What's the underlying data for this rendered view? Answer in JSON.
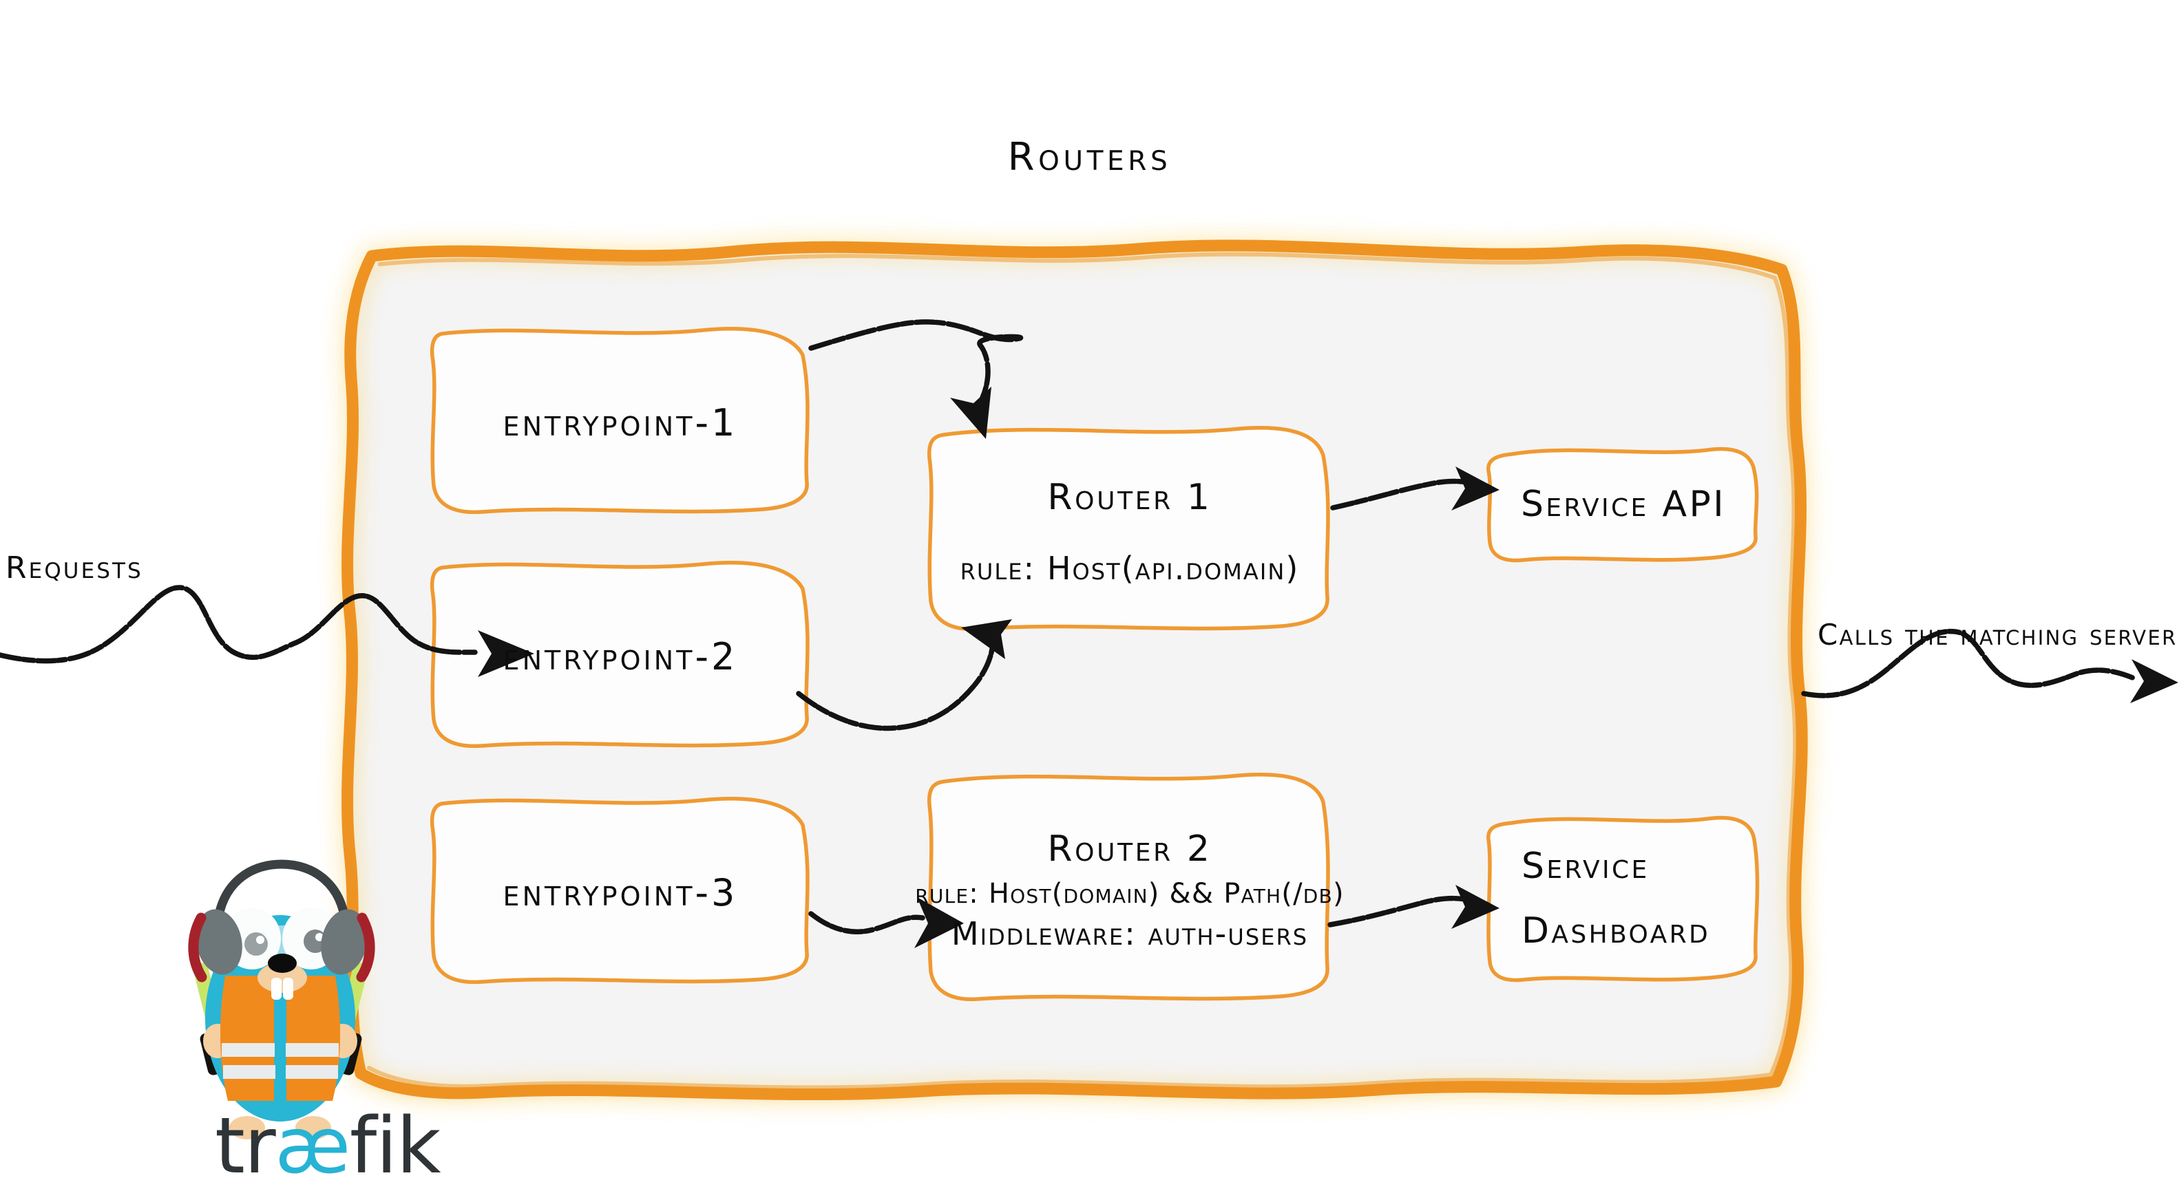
{
  "diagram": {
    "title": "Routers",
    "product": "traefik",
    "accent_orange": "#ee9322",
    "panel_fill": "#f4f4f5",
    "ink": "#111111",
    "gopher_body": "#29b5d4",
    "gopher_vest": "#f08a1c",
    "wordmark_dark": "#2f3437",
    "wordmark_cyan": "#27b3d4"
  },
  "edge_labels": {
    "incoming": "Requests",
    "outgoing": "Calls the matching server"
  },
  "entrypoints": [
    {
      "label": "entrypoint-1"
    },
    {
      "label": "entrypoint-2"
    },
    {
      "label": "entrypoint-3"
    }
  ],
  "routers": [
    {
      "name": "Router 1",
      "rule": "rule: Host(api.domain)",
      "middleware": ""
    },
    {
      "name": "Router 2",
      "rule": "rule: Host(domain) && Path(/db)",
      "middleware": "Middleware: auth-users"
    }
  ],
  "services": [
    {
      "line1": "Service API",
      "line2": ""
    },
    {
      "line1": "Service",
      "line2": "Dashboard"
    }
  ],
  "wordmark": {
    "part1": "tr",
    "part2": "æ",
    "part3": "fik"
  }
}
